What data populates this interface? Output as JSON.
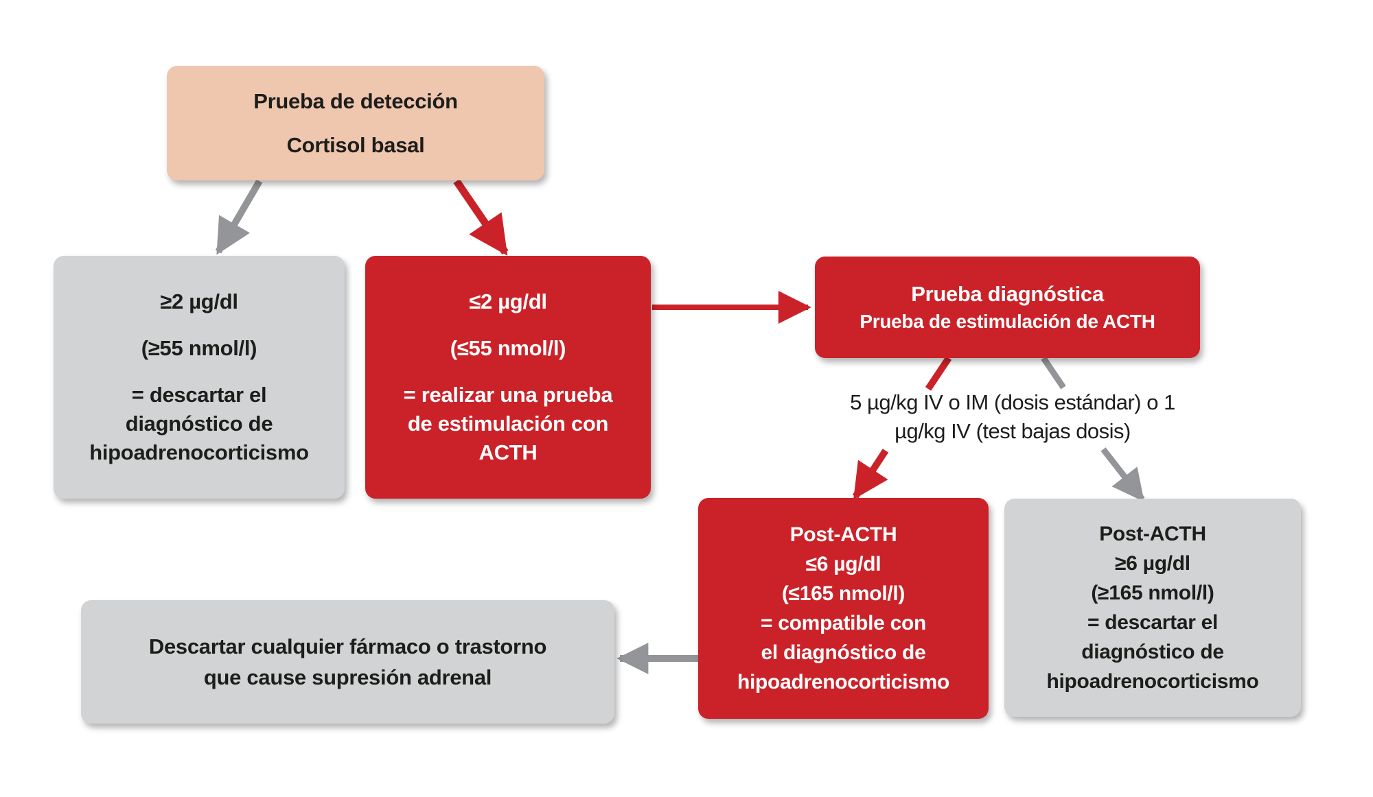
{
  "figure": {
    "description_language": "Spanish",
    "topic": "Diagnostic flowchart: basal cortisol screening and ACTH stimulation test for hypoadrenocorticism"
  },
  "colors": {
    "red": "#CB2229",
    "peach": "#EFC7AE",
    "gray_box": "#D1D3D4",
    "gray_arrow": "#939598",
    "text_black": "#1D1D1B",
    "text_white": "#FFFFFF"
  },
  "nodes": {
    "screening": {
      "paragraphs": [
        [
          "Prueba de detección"
        ],
        [
          "Cortisol basal"
        ]
      ]
    },
    "basal_high": {
      "paragraphs": [
        [
          "≥2 µg/dl"
        ],
        [
          "(≥55 nmol/l)"
        ],
        [
          "= descartar el",
          "diagnóstico de",
          "hipoadrenocorticismo"
        ]
      ]
    },
    "basal_low": {
      "paragraphs": [
        [
          "≤2 µg/dl"
        ],
        [
          "(≤55 nmol/l)"
        ],
        [
          "= realizar una prueba",
          "de estimulación con",
          "ACTH"
        ]
      ]
    },
    "diagnostic": {
      "title": "Prueba diagnóstica",
      "subtitle": "Prueba de estimulación de ACTH"
    },
    "dose": {
      "lines": [
        "5 µg/kg IV o IM (dosis estándar) o 1",
        "µg/kg IV (test bajas dosis)"
      ]
    },
    "post_low": {
      "lines": [
        "Post-ACTH",
        "≤6 µg/dl",
        "(≤165 nmol/l)",
        "= compatible con",
        "el diagnóstico de",
        "hipoadrenocorticismo"
      ]
    },
    "post_high": {
      "lines": [
        "Post-ACTH",
        "≥6 µg/dl",
        "(≥165 nmol/l)",
        "= descartar el",
        "diagnóstico de",
        "hipoadrenocorticismo"
      ]
    },
    "drug": {
      "lines": [
        "Descartar cualquier fármaco o trastorno",
        "que cause supresión adrenal"
      ]
    }
  }
}
